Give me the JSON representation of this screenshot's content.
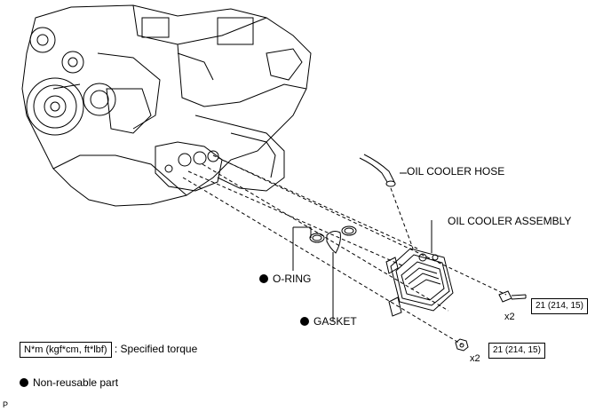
{
  "labels": {
    "oil_cooler_hose": "OIL COOLER HOSE",
    "oil_cooler_assembly": "OIL COOLER ASSEMBLY",
    "o_ring": "O-RING",
    "gasket": "GASKET"
  },
  "fasteners": {
    "bolt_torque": "21 (214, 15)",
    "bolt_qty": "x2",
    "nut_torque": "21 (214, 15)",
    "nut_qty": "x2"
  },
  "legend": {
    "torque_unit": "N*m (kgf*cm, ft*lbf)",
    "torque_desc": ": Specified torque",
    "nonreusable": "Non-reusable part"
  },
  "corner_mark": "P"
}
